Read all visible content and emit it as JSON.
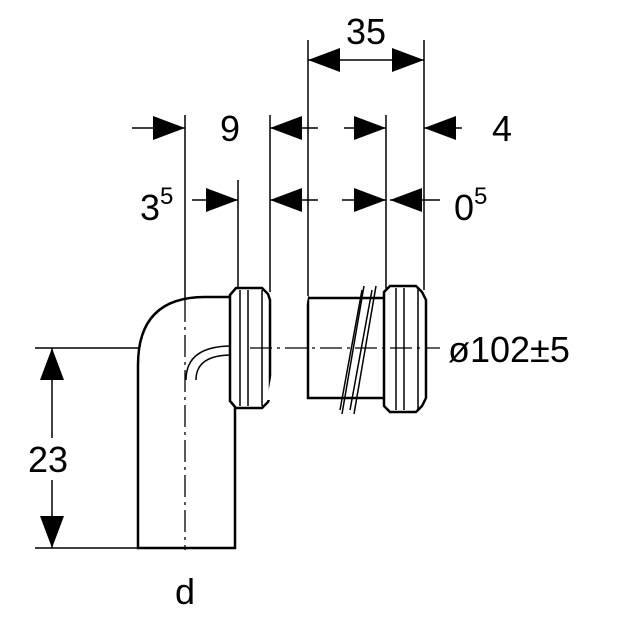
{
  "dimensions": {
    "d35": "35",
    "d9": "9",
    "d4": "4",
    "d3_5_base": "3",
    "d3_5_sup": "5",
    "d0_5_base": "0",
    "d0_5_sup": "5",
    "diameter": "ø102±5",
    "d23": "23"
  },
  "labels": {
    "d": "d"
  },
  "colors": {
    "line": "#000000",
    "background": "#ffffff"
  }
}
